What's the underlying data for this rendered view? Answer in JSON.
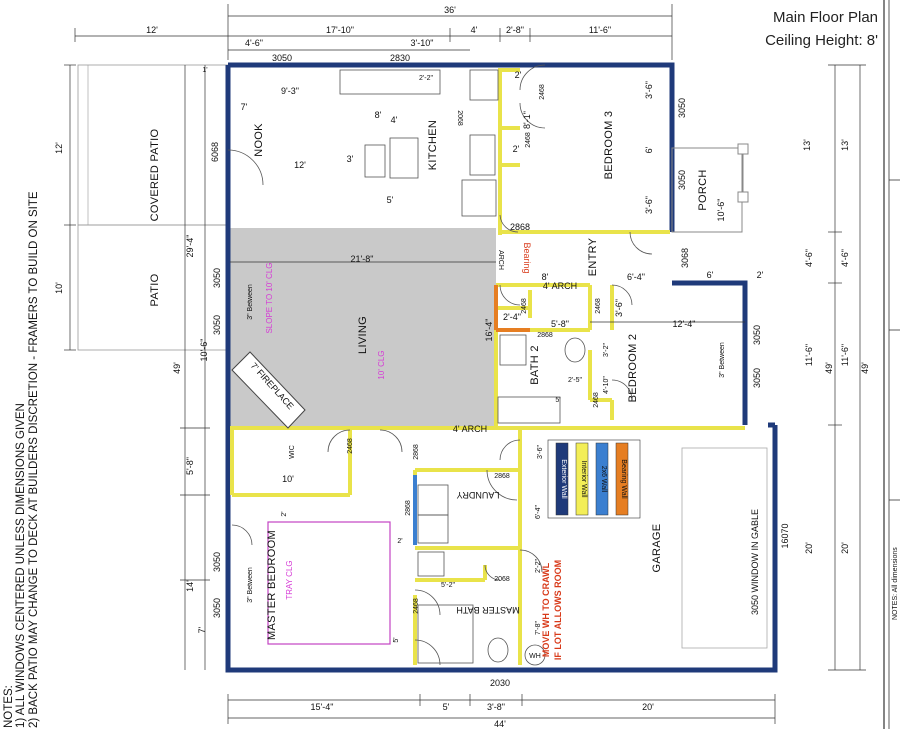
{
  "title": {
    "line1": "Main Floor Plan",
    "line2": "Ceiling Height: 8'"
  },
  "notes": {
    "header": "NOTES:",
    "line1": "1) ALL WINDOWS CENTERED UNLESS DIMENSIONS GIVEN",
    "line2": "2) BACK PATIO MAY CHANGE TO DECK AT BUILDERS DISCRETION - FRAMERS TO BUILD ON SITE"
  },
  "side_note": "NOTES: All dimensions",
  "rooms": {
    "covered_patio": "COVERED PATIO",
    "patio": "PATIO",
    "nook": "NOOK",
    "kitchen": "KITCHEN",
    "bedroom3": "BEDROOM 3",
    "porch": "PORCH",
    "entry": "ENTRY",
    "living": "LIVING",
    "bath2": "BATH 2",
    "bedroom2": "BEDROOM 2",
    "wic": "WIC",
    "laundry": "LAUNDRY",
    "master_bedroom": "MASTER BEDROOM",
    "master_bath": "MASTER BATH",
    "garage": "GARAGE"
  },
  "annotations": {
    "slope_clg": "SLOPE TO 10' CLG",
    "ten_clg": "10' CLG",
    "tray_clg": "TRAY CLG",
    "fireplace": "7' FIREPLACE",
    "bearing": "Bearing",
    "arch_a": "ARCH",
    "arch_4_entry": "4' ARCH",
    "arch_4_living": "4' ARCH",
    "move_wh_1": "MOVE WH TO CRAWL",
    "move_wh_2": "IF LOT ALLOWS ROOM",
    "wh": "WH",
    "gable_window": "3050 WINDOW IN GABLE",
    "between_1": "3\" Between",
    "between_2": "3\" Between",
    "between_3": "3\" Between"
  },
  "legend": [
    {
      "label": "Exterior Wall",
      "color": "#1f3a7a"
    },
    {
      "label": "Interior Wall",
      "color": "#f3ee57"
    },
    {
      "label": "2x6 Wall",
      "color": "#3b7fd0"
    },
    {
      "label": "Bearing Wall",
      "color": "#e67e22"
    }
  ],
  "dims": {
    "top_overall": "36'",
    "top_12": "12'",
    "top_17_10": "17'-10\"",
    "top_4": "4'",
    "top_2_8": "2'-8\"",
    "top_11_6": "11'-6\"",
    "top_4_6": "4'-6\"",
    "top_3_10": "3'-10\"",
    "win_3050_a": "3050",
    "win_2830": "2830",
    "one": "1'",
    "nine_3": "9'-3\"",
    "seven": "7'",
    "eight": "8'",
    "four": "4'",
    "two_2": "2'-2\"",
    "door_2068_k": "2068",
    "two_a": "2'",
    "door_2468_a": "2468",
    "eight_1": "8'-1\"",
    "three_6_a": "3'-6\"",
    "win_3050_b": "3050",
    "thirteen": "13'",
    "twelve_left": "12'",
    "door_6068": "6068",
    "twelve_nook": "12'",
    "three_nook": "3'",
    "five_nook": "5'",
    "two_b": "2'",
    "door_2468_b": "2468",
    "six_b3": "6'",
    "three_6_b": "3'-6\"",
    "win_3050_porch": "3050",
    "ten_6_porch": "10'-6\"",
    "door_2868_a": "2868",
    "door_3068": "3068",
    "twenty9_4": "29'-4\"",
    "four_6": "4'-6\"",
    "six_r": "6'",
    "two_r": "2'",
    "twenty1_8": "21'-8\"",
    "eight_e": "8'",
    "six_4": "6'-4\"",
    "ten_left": "10'",
    "win_3050_c": "3050",
    "door_2468_c": "2468",
    "two_4": "2'-4\"",
    "door_2468_d": "2468",
    "sixteen_4": "16'-4\"",
    "three_6_c": "3'-6\"",
    "win_3050_d": "3050",
    "five_8": "5'-8\"",
    "door_2868_b": "2868",
    "twelve_4": "12'-4\"",
    "win_3050_e": "3050",
    "eleven_6": "11'-6\"",
    "forty9_a": "49'",
    "forty9_b": "49'",
    "ten_6_left": "10'-6\"",
    "three_2": "3'-2\"",
    "four_10": "4'-10\"",
    "two_5": "2'-5\"",
    "door_2468_e": "2468",
    "five_bath": "5'",
    "win_3050_f": "3050",
    "door_2468_f": "2468",
    "door_2868_c": "2868",
    "three_6_d": "3'-6\"",
    "five_8_l": "5'-8\"",
    "ten_wic": "10'",
    "door_2868_d": "2868",
    "door_2868_e": "2868",
    "six_4_g": "6'-4\"",
    "two_m": "2'",
    "two_m2": "2'",
    "five_2": "5'-2\"",
    "door_2068_m": "2068",
    "two_2_g": "2'-2\"",
    "win_16070": "16070",
    "twenty_g": "20'",
    "fourteen": "14'",
    "win_3050_g": "3050",
    "win_3050_h": "3050",
    "seven_l": "7'",
    "door_2468_m": "2468",
    "five_m": "5'",
    "seven_8": "7'-8\"",
    "win_2030": "2030",
    "bot_15_4": "15'-4\"",
    "bot_5": "5'",
    "bot_3_8": "3'-8\"",
    "bot_20": "20'",
    "bot_44": "44'",
    "right_13": "13'",
    "right_4_6": "4'-6\"",
    "right_11_6": "11'-6\"",
    "right_20": "20'",
    "right_49": "49'"
  }
}
